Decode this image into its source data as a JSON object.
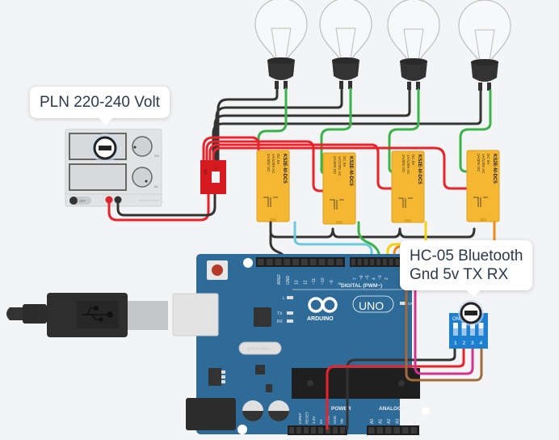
{
  "annotations": {
    "power_supply_note": "PLN 220-240 Volt",
    "bluetooth_note_line1": "HC-05 Bluetooth",
    "bluetooth_note_line2": "Gnd 5v TX RX"
  },
  "power_supply": {
    "switch_label": "OFF",
    "knob1_min": "0",
    "knob1_max": "30V",
    "knob2_min": "0",
    "knob2_max": "5A",
    "brand": "VOLTAGE SUPPLY"
  },
  "relays": [
    {
      "model": "KS2E-M-DC5",
      "spec1": "DC 5V",
      "spec2": "1A/125V AC",
      "spec3": "2A/30V DC"
    },
    {
      "model": "KS2E-M-DC5",
      "spec1": "DC 5V",
      "spec2": "1A/125V AC",
      "spec3": "2A/30V DC"
    },
    {
      "model": "KS2E-M-DC5",
      "spec1": "DC 5V",
      "spec2": "1A/125V AC",
      "spec3": "2A/30V DC"
    },
    {
      "model": "KS2E-M-DC5",
      "spec1": "DC 5V",
      "spec2": "1A/125V AC",
      "spec3": "2A/30V DC"
    }
  ],
  "bulbs": [
    {
      "id": "bulb-1"
    },
    {
      "id": "bulb-2"
    },
    {
      "id": "bulb-3"
    },
    {
      "id": "bulb-4"
    }
  ],
  "switch_module": {
    "label": "ON",
    "pin": "1"
  },
  "dip_switch": {
    "label": "ON",
    "pins": [
      "1",
      "2",
      "3",
      "4"
    ]
  },
  "arduino": {
    "brand": "ARDUINO",
    "model": "UNO",
    "digital_label": "DIGITAL (PWM~)",
    "digital_pins_left": [
      "AREF",
      "GND",
      "13",
      "12",
      "~11",
      "~10",
      "~9",
      "8"
    ],
    "digital_pins_right": [
      "7",
      "~6",
      "~5",
      "4",
      "~3",
      "2",
      "TX 1",
      "RX 0"
    ],
    "led_labels": [
      "L",
      "TX",
      "RX"
    ],
    "on_label": "ON",
    "crystal": "SPK16.000G",
    "power_label": "POWER",
    "analog_label": "ANALOG IN",
    "power_pins": [
      "IOREF",
      "RESET",
      "3.3V",
      "5V",
      "GND",
      "GND",
      "Vin"
    ],
    "analog_pins": [
      "A0",
      "A1",
      "A2",
      "A3",
      "A4",
      "A5"
    ]
  },
  "colors": {
    "background": "#f3f4f6",
    "board": "#2f6b98",
    "relay": "#f5b731",
    "wire_red": "#e8232b",
    "wire_black": "#333333",
    "wire_green": "#3bb34a",
    "wire_cyan": "#6cc8dc",
    "wire_yellow": "#f4d20f",
    "wire_orange": "#f08a1c",
    "wire_magenta": "#d1338f",
    "wire_brown": "#a26a3a",
    "dip": "#1d7fd0"
  }
}
